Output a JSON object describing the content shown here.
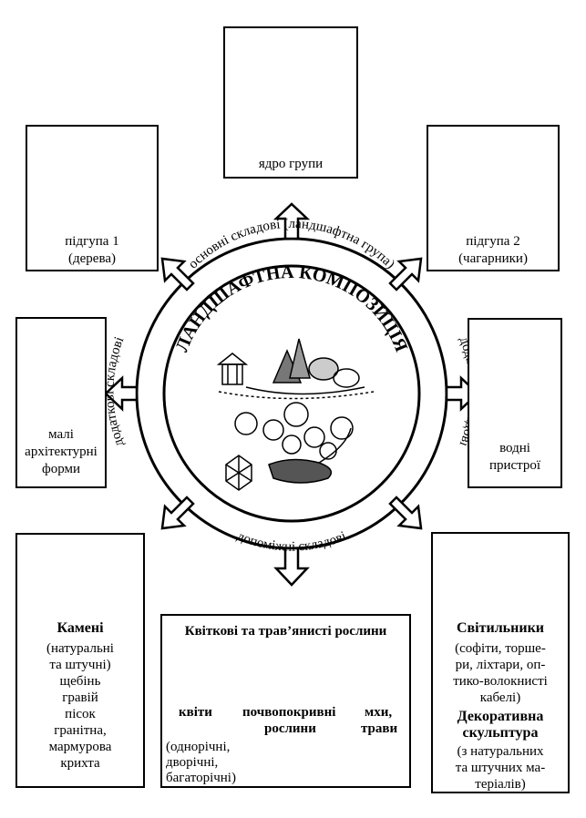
{
  "center": {
    "title": "ЛАНДШАФТНА КОМПОЗИЦІЯ",
    "ring_top": "основні складові (ландшафтна група)",
    "ring_right": "додаткові складові",
    "ring_left": "додаткові складові",
    "ring_bottom": "допоміжні складові"
  },
  "boxes": {
    "core": {
      "label": "ядро групи"
    },
    "subgroup1": {
      "line1": "підгупа 1",
      "line2": "(дерева)"
    },
    "subgroup2": {
      "line1": "підгупа 2",
      "line2": "(чагарники)"
    },
    "small_arch": {
      "line1": "малі",
      "line2": "архітектурні",
      "line3": "форми"
    },
    "water": {
      "line1": "водні",
      "line2": "пристрої"
    },
    "stones": {
      "title": "Камені",
      "lines": [
        "(натуральні",
        "та штучні)",
        "щебінь",
        "гравій",
        "пісок",
        "гранітна,",
        "мармурова",
        "крихта"
      ]
    },
    "flowers": {
      "title": "Квіткові та трав’янисті рослини",
      "col1": "квіти",
      "col2a": "почвопокривні",
      "col2b": "рослини",
      "col3a": "мхи,",
      "col3b": "трави",
      "sub1": "(однорічні,",
      "sub2": "дворічні,",
      "sub3": "багаторічні)"
    },
    "lights": {
      "title": "Світильники",
      "lines": [
        "(софіти, торше-",
        "ри, ліхтари, оп-",
        "тико-волокнисті",
        "кабелі)"
      ],
      "title2a": "Декоративна",
      "title2b": "скульптура",
      "lines2": [
        "(з натуральних",
        "та штучних ма-",
        "теріалів)"
      ]
    }
  }
}
